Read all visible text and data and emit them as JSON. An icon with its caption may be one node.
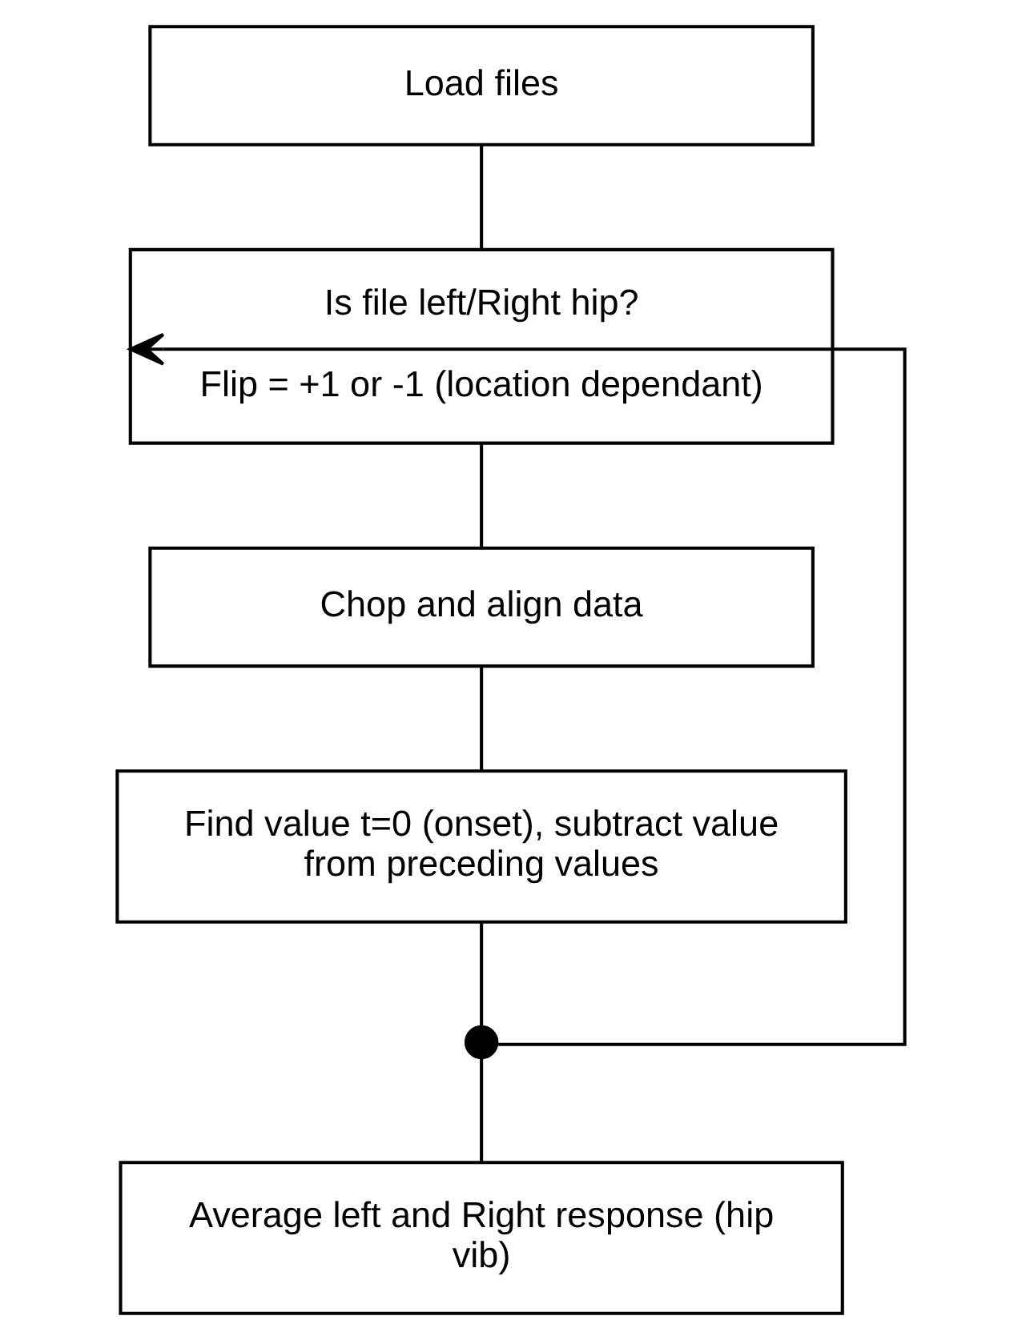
{
  "diagram": {
    "nodes": [
      {
        "text": [
          "Load files"
        ]
      },
      {
        "text": [
          "Is file left/Right hip?",
          "Flip = +1 or -1 (location dependant)"
        ]
      },
      {
        "text": [
          "Chop and align data"
        ]
      },
      {
        "text": [
          "Find value t=0 (onset), subtract value from preceding values"
        ]
      },
      {
        "text": [],
        "shape": "circle"
      },
      {
        "text": [
          "Average left and Right response (hip vib)"
        ]
      }
    ],
    "edges": [
      {
        "from": 0,
        "to": 1,
        "arrow": "none"
      },
      {
        "from": 1,
        "to": 2,
        "arrow": "none"
      },
      {
        "from": 2,
        "to": 3,
        "arrow": "none"
      },
      {
        "from": 3,
        "to": 4,
        "arrow": "none"
      },
      {
        "from": 4,
        "to": 5,
        "arrow": "none"
      },
      {
        "from": 4,
        "to": 1,
        "arrow": "to"
      }
    ]
  }
}
